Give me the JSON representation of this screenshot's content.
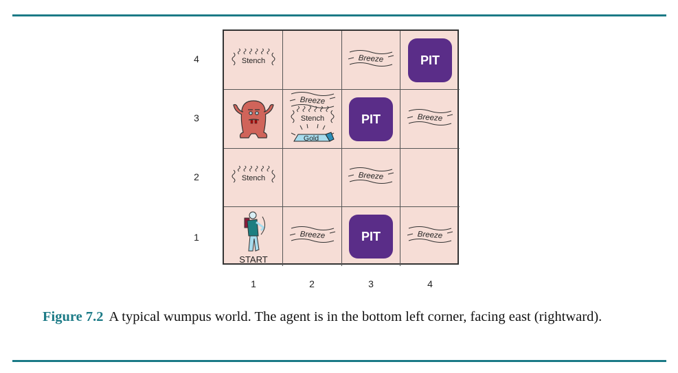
{
  "figure": {
    "label": "Figure 7.2",
    "caption": "A typical wumpus world.  The agent is in the bottom left corner, facing east (rightward)."
  },
  "row_labels": [
    "4",
    "3",
    "2",
    "1"
  ],
  "col_labels": [
    "1",
    "2",
    "3",
    "4"
  ],
  "colors": {
    "accent": "#1b7a86",
    "cell": "#f6ddd6",
    "pit": "#5a2d88",
    "wumpus": "#d0645a",
    "gold": "#a8dced"
  },
  "cells": [
    {
      "col": 1,
      "row": 4,
      "items": [
        {
          "type": "stench",
          "label": "Stench"
        }
      ]
    },
    {
      "col": 2,
      "row": 4,
      "items": []
    },
    {
      "col": 3,
      "row": 4,
      "items": [
        {
          "type": "breeze",
          "label": "Breeze"
        }
      ]
    },
    {
      "col": 4,
      "row": 4,
      "items": [
        {
          "type": "pit",
          "label": "PIT"
        }
      ]
    },
    {
      "col": 1,
      "row": 3,
      "items": [
        {
          "type": "wumpus"
        }
      ]
    },
    {
      "col": 2,
      "row": 3,
      "items": [
        {
          "type": "breeze",
          "label": "Breeze"
        },
        {
          "type": "stench",
          "label": "Stench"
        },
        {
          "type": "gold",
          "label": "Gold"
        }
      ]
    },
    {
      "col": 3,
      "row": 3,
      "items": [
        {
          "type": "pit",
          "label": "PIT"
        }
      ]
    },
    {
      "col": 4,
      "row": 3,
      "items": [
        {
          "type": "breeze",
          "label": "Breeze"
        }
      ]
    },
    {
      "col": 1,
      "row": 2,
      "items": [
        {
          "type": "stench",
          "label": "Stench"
        }
      ]
    },
    {
      "col": 2,
      "row": 2,
      "items": []
    },
    {
      "col": 3,
      "row": 2,
      "items": [
        {
          "type": "breeze",
          "label": "Breeze"
        }
      ]
    },
    {
      "col": 4,
      "row": 2,
      "items": []
    },
    {
      "col": 1,
      "row": 1,
      "items": [
        {
          "type": "agent",
          "label": "START"
        }
      ]
    },
    {
      "col": 2,
      "row": 1,
      "items": [
        {
          "type": "breeze",
          "label": "Breeze"
        }
      ]
    },
    {
      "col": 3,
      "row": 1,
      "items": [
        {
          "type": "pit",
          "label": "PIT"
        }
      ]
    },
    {
      "col": 4,
      "row": 1,
      "items": [
        {
          "type": "breeze",
          "label": "Breeze"
        }
      ]
    }
  ]
}
